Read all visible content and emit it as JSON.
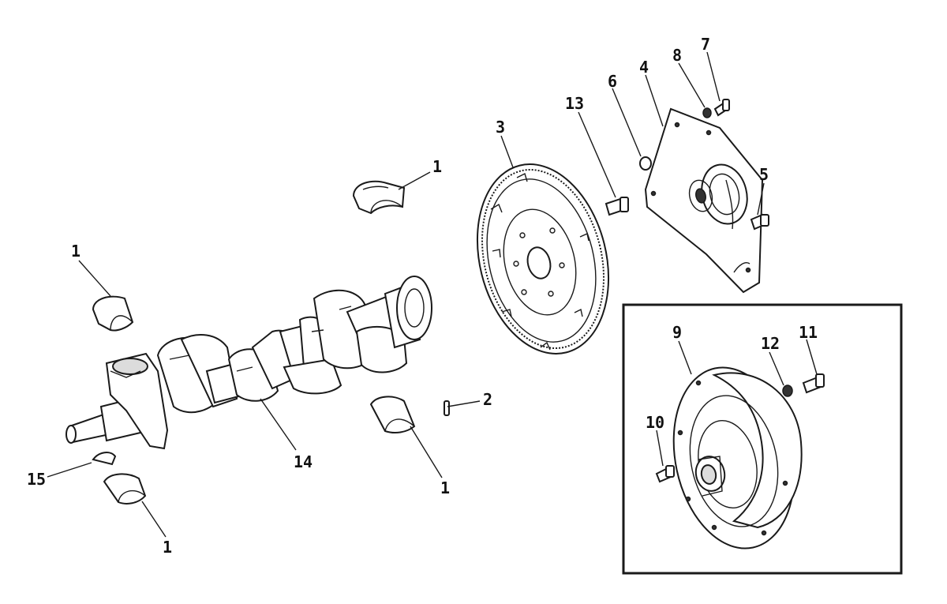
{
  "callouts": [
    {
      "id": "c1a",
      "text": "1"
    },
    {
      "id": "c1b",
      "text": "1"
    },
    {
      "id": "c1c",
      "text": "1"
    },
    {
      "id": "c1d",
      "text": "1"
    },
    {
      "id": "c2",
      "text": "2"
    },
    {
      "id": "c3",
      "text": "3"
    },
    {
      "id": "c4",
      "text": "4"
    },
    {
      "id": "c5",
      "text": "5"
    },
    {
      "id": "c6",
      "text": "6"
    },
    {
      "id": "c7",
      "text": "7"
    },
    {
      "id": "c8",
      "text": "8"
    },
    {
      "id": "c9",
      "text": "9"
    },
    {
      "id": "c10",
      "text": "10"
    },
    {
      "id": "c11",
      "text": "11"
    },
    {
      "id": "c12",
      "text": "12"
    },
    {
      "id": "c13",
      "text": "13"
    },
    {
      "id": "c14",
      "text": "14"
    },
    {
      "id": "c15",
      "text": "15"
    }
  ],
  "colors": {
    "line": "#1a1a1a",
    "background": "#ffffff"
  }
}
